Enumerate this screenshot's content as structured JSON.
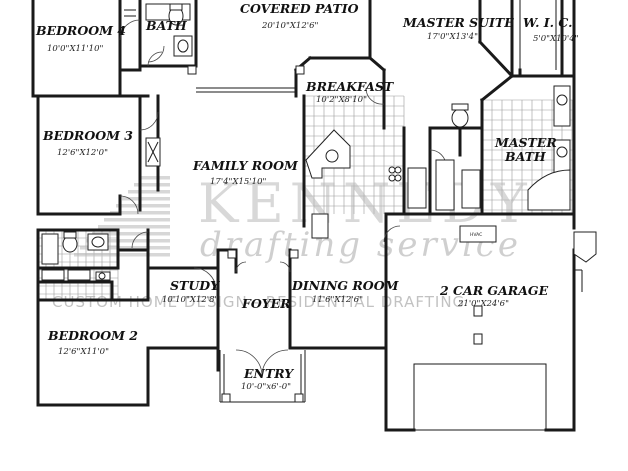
{
  "rooms": {
    "bedroom4": {
      "name": "BEDROOM 4",
      "dim": "10'0\"X11'10\""
    },
    "bath": {
      "name": "BATH"
    },
    "covered_patio": {
      "name": "COVERED PATIO",
      "dim": "20'10\"X12'6\""
    },
    "master_suite": {
      "name": "MASTER SUITE",
      "dim": "17'0\"X13'4\""
    },
    "wic": {
      "name": "W. I. C.",
      "dim": "5'0\"X10'4\""
    },
    "breakfast": {
      "name": "BREAKFAST",
      "dim": "10'2\"X8'10\""
    },
    "bedroom3": {
      "name": "BEDROOM 3",
      "dim": "12'6\"X12'0\""
    },
    "family_room": {
      "name": "FAMILY ROOM",
      "dim": "17'4\"X15'10\""
    },
    "master_bath": {
      "name": "MASTER BATH"
    },
    "study": {
      "name": "STUDY",
      "dim": "10'10\"X12'8\""
    },
    "dining_room": {
      "name": "DINING ROOM",
      "dim": "11'6\"X12'6\""
    },
    "garage": {
      "name": "2 CAR GARAGE",
      "dim": "21'0\"X24'6\""
    },
    "foyer": {
      "name": "FOYER"
    },
    "bedroom2": {
      "name": "BEDROOM 2",
      "dim": "12'6\"X11'0\""
    },
    "entry": {
      "name": "ENTRY",
      "dim": "10'-0\"x6'-0\""
    }
  },
  "labels": {
    "hvac": "HVAC"
  },
  "watermark": {
    "company": "KENNEDY",
    "script": "drafting service",
    "tagline": "CUSTOM HOME DESIGN - RESIDENTIAL DRAFTING"
  }
}
